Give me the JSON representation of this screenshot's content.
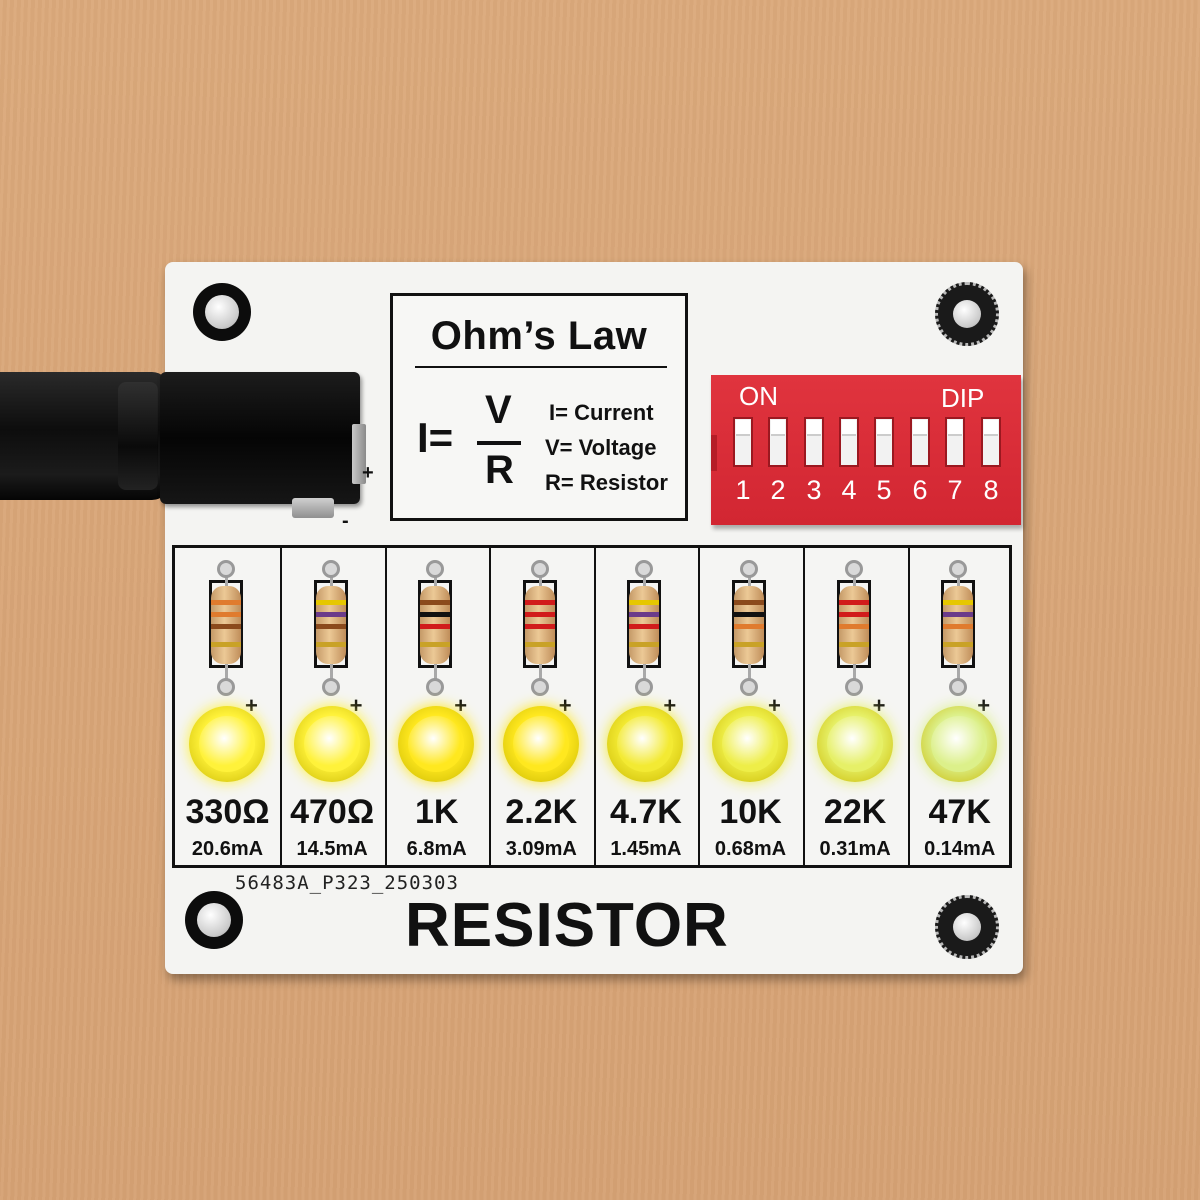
{
  "ohms_law": {
    "title": "Ohm’s Law",
    "formula_i": "I=",
    "formula_v": "V",
    "formula_r": "R",
    "legend": [
      "I= Current",
      "V= Voltage",
      "R= Resistor"
    ]
  },
  "power_jack": {
    "plus": "+",
    "minus": "-"
  },
  "dip_switch": {
    "on_label": "ON",
    "dip_label": "DIP",
    "positions": [
      "1",
      "2",
      "3",
      "4",
      "5",
      "6",
      "7",
      "8"
    ],
    "color": "#d82c37"
  },
  "channels": [
    {
      "resistance": "330Ω",
      "current": "20.6mA",
      "led_color": "#fff23a",
      "plus": "+"
    },
    {
      "resistance": "470Ω",
      "current": "14.5mA",
      "led_color": "#fff23a",
      "plus": "+"
    },
    {
      "resistance": "1K",
      "current": "6.8mA",
      "led_color": "#ffe81f",
      "plus": "+"
    },
    {
      "resistance": "2.2K",
      "current": "3.09mA",
      "led_color": "#ffe81f",
      "plus": "+"
    },
    {
      "resistance": "4.7K",
      "current": "1.45mA",
      "led_color": "#f3ea33",
      "plus": "+"
    },
    {
      "resistance": "10K",
      "current": "0.68mA",
      "led_color": "#eeee48",
      "plus": "+"
    },
    {
      "resistance": "22K",
      "current": "0.31mA",
      "led_color": "#e6f067",
      "plus": "+"
    },
    {
      "resistance": "47K",
      "current": "0.14mA",
      "led_color": "#dcf08a",
      "plus": "+"
    }
  ],
  "serial": "56483A_P323_250303",
  "board_title": "RESISTOR"
}
